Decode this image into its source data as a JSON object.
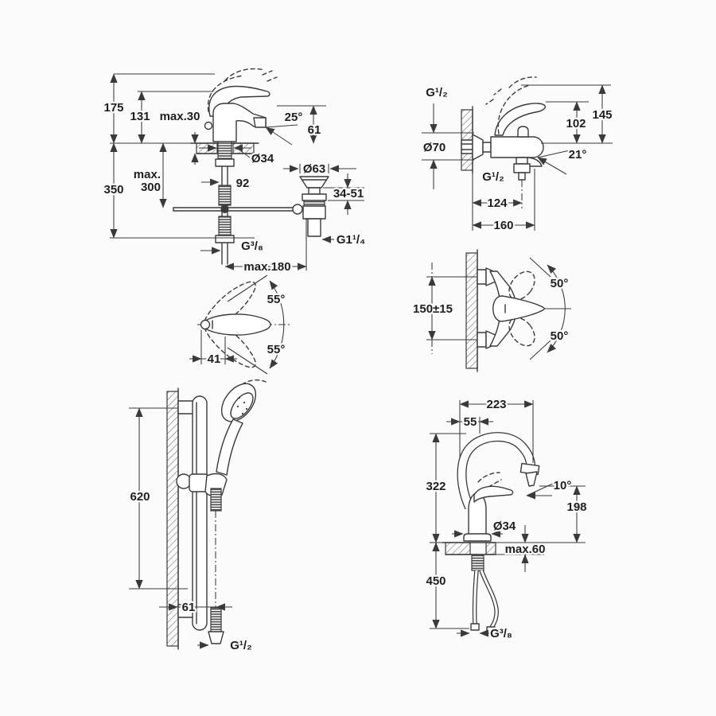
{
  "colors": {
    "line": "#3a3a3a",
    "text": "#1f1f1f",
    "background": "#fbfbfb",
    "hatch": "#6a6a6a"
  },
  "panels": {
    "basin_mixer": {
      "labels": {
        "height_above_deck": "175",
        "lever_height": "131",
        "deck_thickness_max": "max.30",
        "lever_angle": "25°",
        "outlet_height": "61",
        "hole_diameter": "Ø34",
        "reach": "92",
        "hose_length_max_line1": "max.",
        "hose_length_max_line2": "300",
        "total_depth": "350",
        "waste_top_diameter": "Ø63",
        "clamping_range": "34-51",
        "supply_thread": "G³/₈",
        "waste_thread": "G1¹/₄",
        "rod_length_max": "max.180"
      }
    },
    "bath_mixer": {
      "labels": {
        "connection_thread": "G¹/₂",
        "escutcheon_diameter": "Ø70",
        "lever_height": "102",
        "total_height": "145",
        "spout_angle": "21°",
        "outlet_thread": "G¹/₂",
        "outlet_distance": "124",
        "total_projection": "160"
      }
    },
    "handle_swing": {
      "labels": {
        "swing_angle_up": "55°",
        "swing_angle_down": "55°",
        "lever_length": "41"
      }
    },
    "shower_mixer": {
      "labels": {
        "connection_centers": "150±15",
        "swing_angle_up": "50°",
        "swing_angle_down": "50°"
      }
    },
    "shower_rail": {
      "labels": {
        "rail_length": "620",
        "wall_distance": "61",
        "hose_thread": "G¹/₂"
      }
    },
    "kitchen_mixer": {
      "labels": {
        "reach": "223",
        "spout_offset": "55",
        "spout_height": "322",
        "outlet_angle": "10°",
        "outlet_height": "198",
        "base_diameter": "Ø34",
        "deck_thickness_max": "max.60",
        "hose_length": "450",
        "supply_thread": "G³/₈"
      }
    }
  }
}
